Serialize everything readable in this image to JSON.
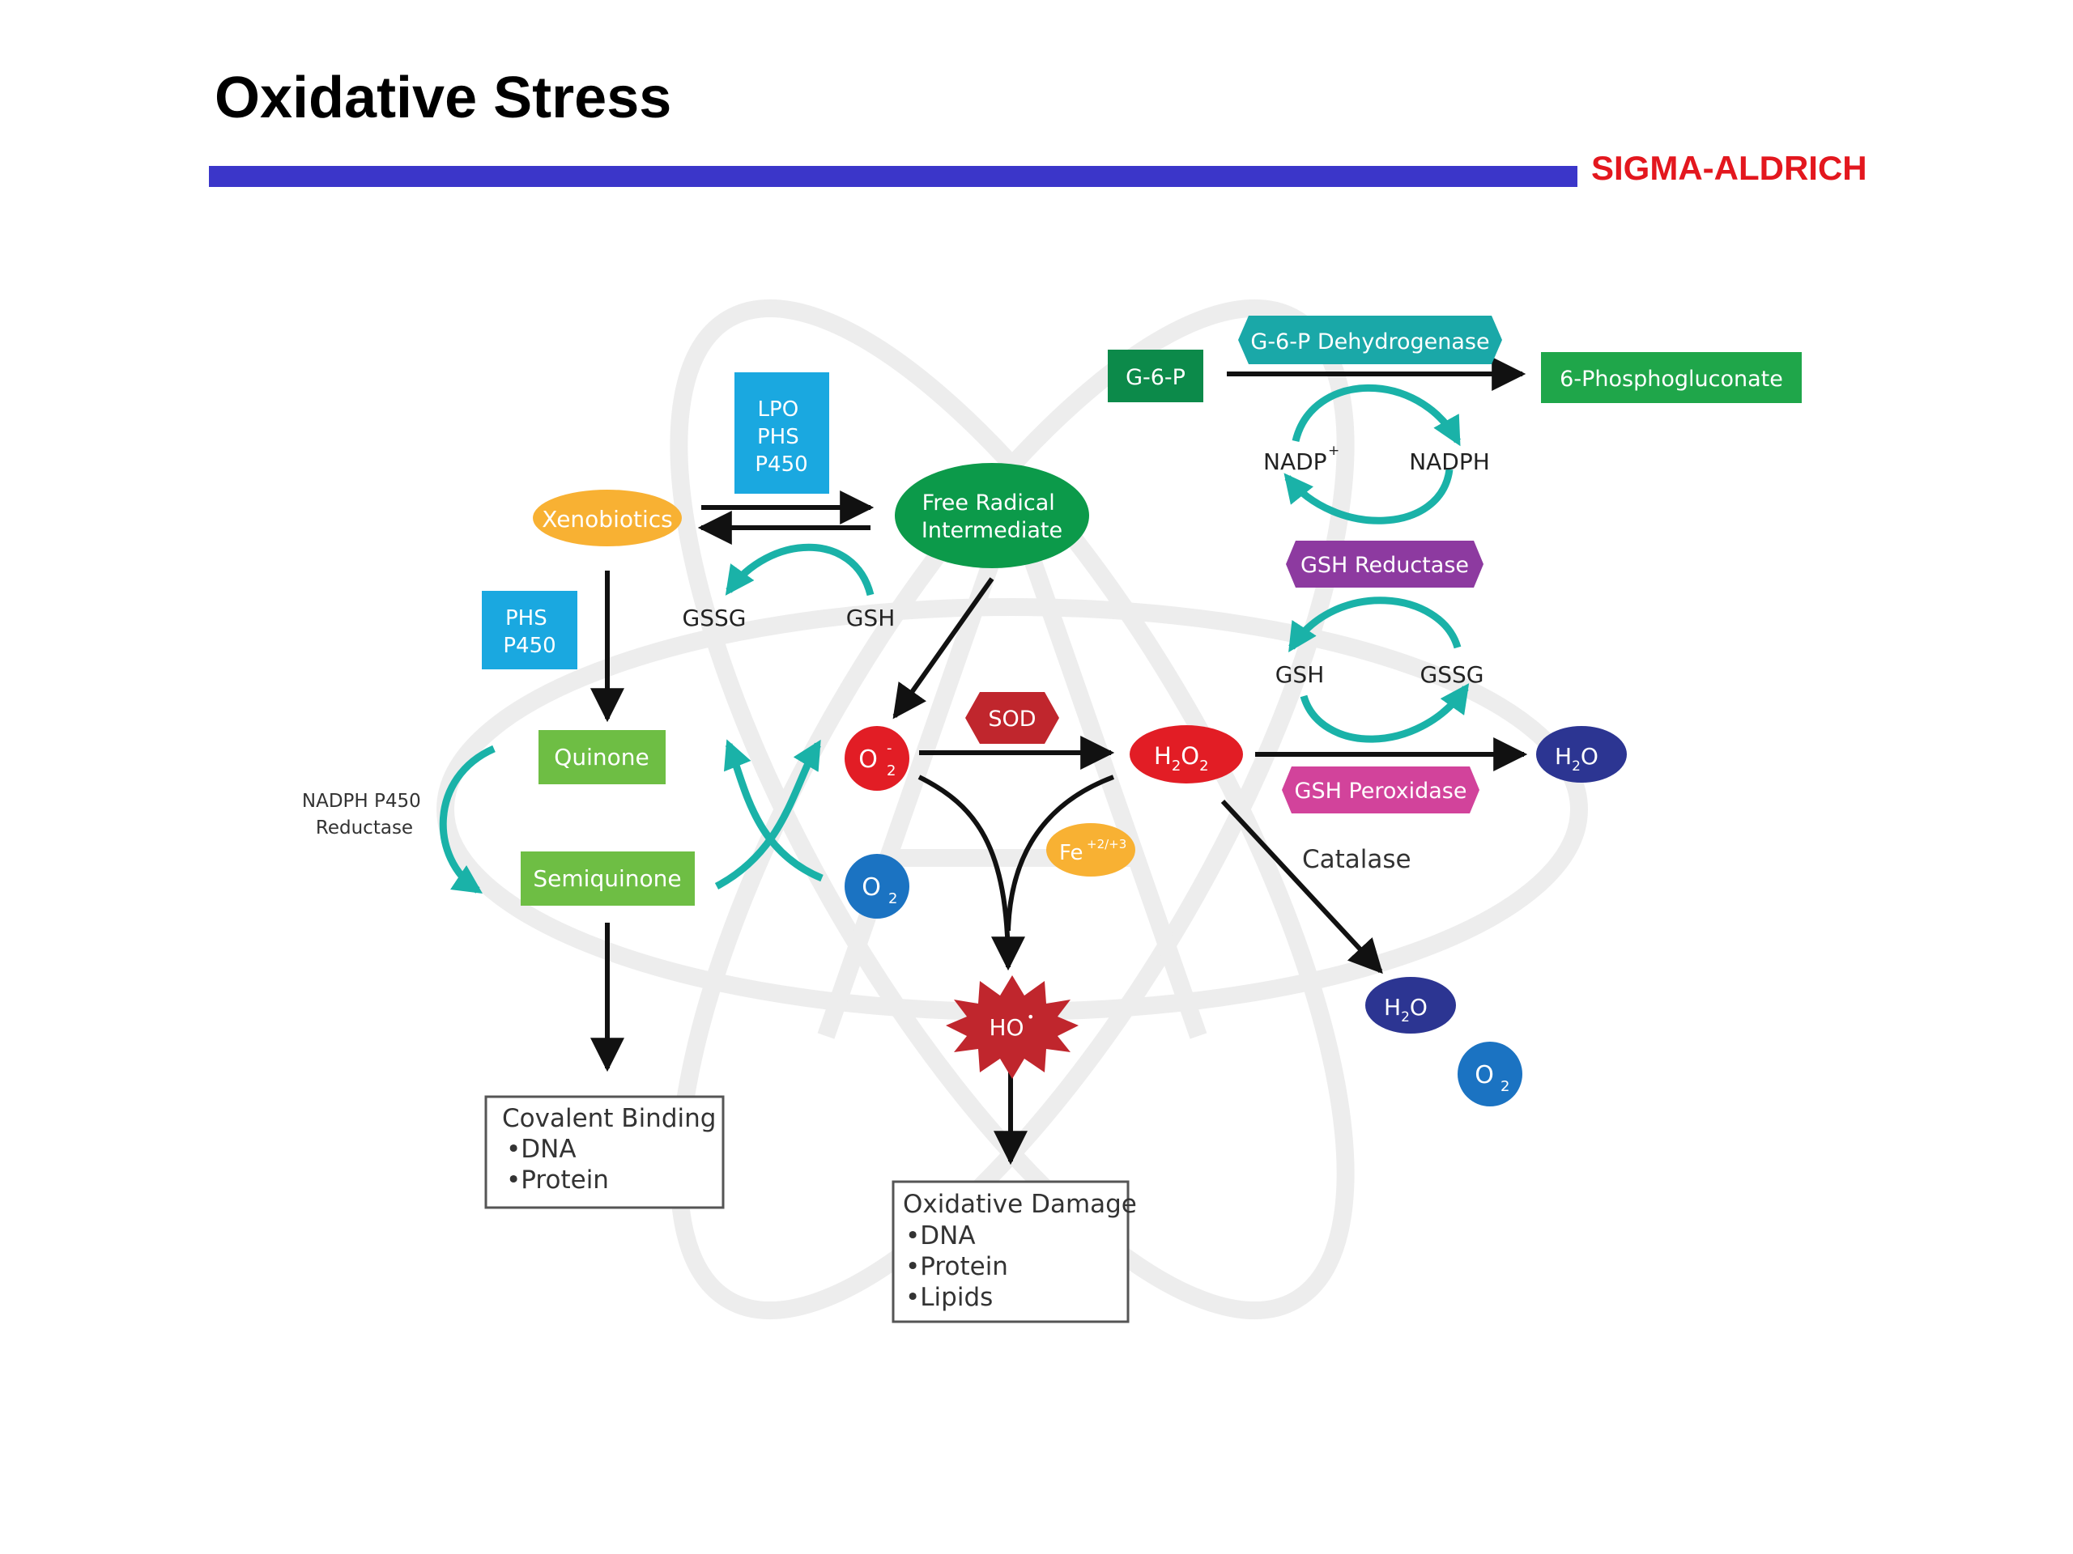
{
  "header": {
    "title": "Oxidative Stress",
    "brand": "SIGMA-ALDRICH"
  },
  "colors": {
    "rule": "#3b36c9",
    "brand": "#e3171e",
    "orange": "#f8b133",
    "cyan": "#1aa8e0",
    "green_dark": "#0c9a4a",
    "green_light": "#6ebe44",
    "teal": "#1ab2a8",
    "purple": "#8d3aa0",
    "magenta": "#d2439b",
    "red": "#e21d25",
    "navy": "#2c3592",
    "blue": "#1b73c2"
  },
  "diagram": {
    "xenobiotics": "Xenobiotics",
    "lpo_box": [
      "LPO",
      "PHS",
      "P450"
    ],
    "phs_box": [
      "PHS",
      "P450"
    ],
    "free_radical": [
      "Free Radical",
      "Intermediate"
    ],
    "gssg_left": "GSSG",
    "gsh_left": "GSH",
    "quinone": "Quinone",
    "semiquinone": "Semiquinone",
    "nadph_reductase": [
      "NADPH P450",
      "Reductase"
    ],
    "sod": "SOD",
    "superoxide": {
      "base": "O",
      "sub": "2",
      "sup": "-"
    },
    "o2_left": {
      "base": "O",
      "sub": "2"
    },
    "iron": {
      "base": "Fe",
      "sup": "+2/+3"
    },
    "hydroxyl": {
      "base": "HO",
      "sup": "•"
    },
    "peroxide": {
      "a": "H",
      "a_sub": "2",
      "b": "O",
      "b_sub": "2"
    },
    "g6p": "G-6-P",
    "g6p_dehydrogenase": "G-6-P Dehydrogenase",
    "phosphogluconate": "6-Phosphogluconate",
    "nadp": {
      "base": "NADP",
      "sup": "+"
    },
    "nadph": "NADPH",
    "gsh_reductase": "GSH Reductase",
    "gsh_right": "GSH",
    "gssg_right": "GSSG",
    "gsh_peroxidase": "GSH Peroxidase",
    "water_right": {
      "a": "H",
      "a_sub": "2",
      "b": "O"
    },
    "catalase": "Catalase",
    "water_bottom": {
      "a": "H",
      "a_sub": "2",
      "b": "O"
    },
    "o2_bottom": {
      "base": "O",
      "sub": "2"
    },
    "covalent": [
      "Covalent Binding",
      "•DNA",
      "•Protein"
    ],
    "oxidative_damage": [
      "Oxidative Damage",
      "•DNA",
      "•Protein",
      "•Lipids"
    ]
  }
}
